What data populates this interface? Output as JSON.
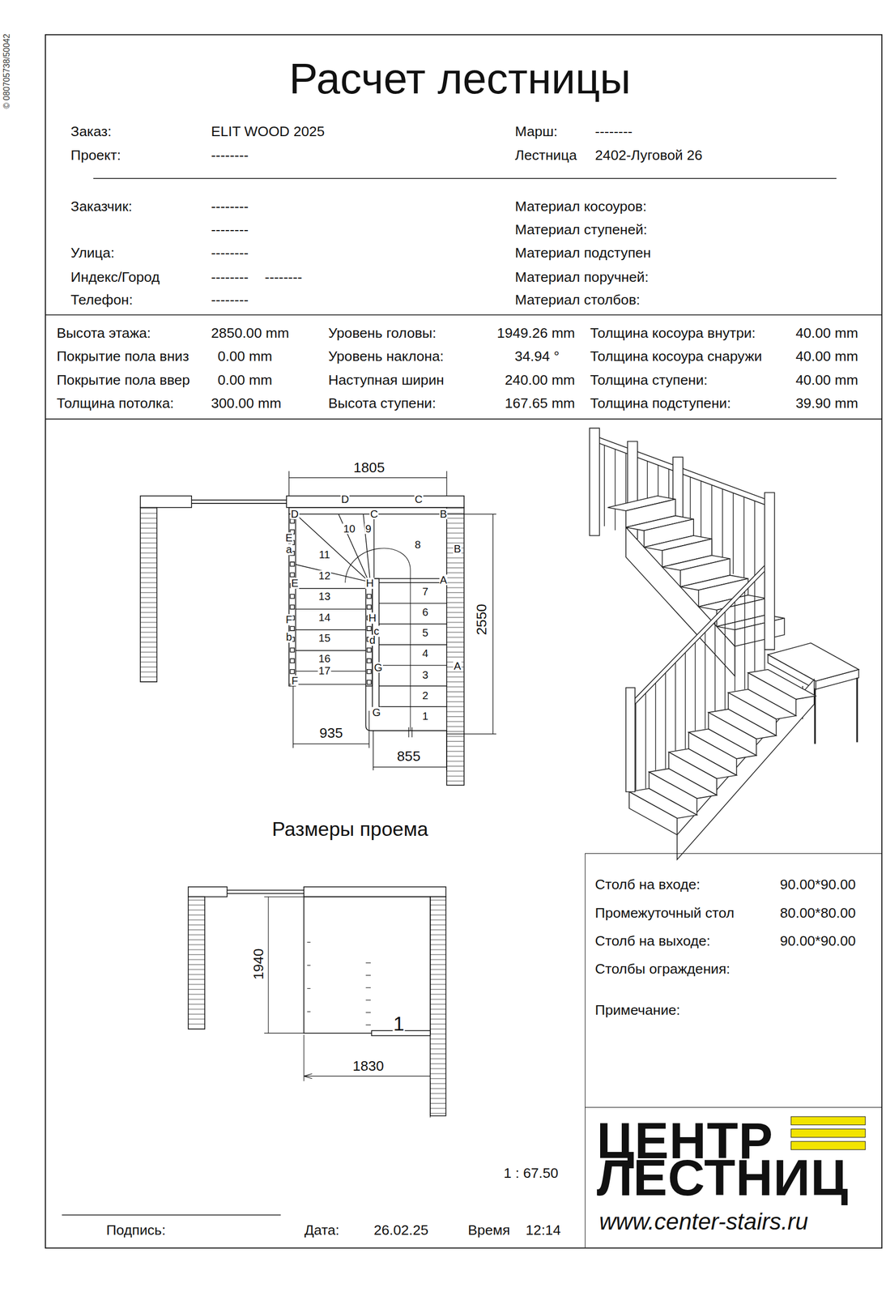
{
  "diagram": {
    "title": "Расчет лестницы",
    "nodes": [
      {
        "text": [
          "Столб на входе:",
          "90.00*90.00",
          "Промежуточный стол",
          "80.00*80.00",
          "Столб на выходе:",
          "90.00*90.00",
          "Столбы ограждения:",
          "Примечание:"
        ]
      },
      {
        "text": [
          "ЦЕНТР",
          "ЛЕСТНИЦ",
          "www.center-stairs.ru"
        ]
      }
    ],
    "labels": [
      "Заказ:",
      "ELIT WOOD 2025",
      "Марш:",
      "--------",
      "Проект:",
      "--------",
      "Лестница",
      "2402-Луговой 26",
      "Заказчик:",
      "--------",
      "Материал косоуров:",
      "--------",
      "Материал ступеней:",
      "Улица:",
      "--------",
      "Материал подступен",
      "Индекс/Город",
      "--------",
      "--------",
      "Материал поручней:",
      "Телефон:",
      "--------",
      "Материал столбов:",
      "Высота этажа:",
      "2850.00 mm",
      "Уровень головы:",
      "1949.26 mm",
      "Толщина косоура внутри:",
      "40.00 mm",
      "Покрытие пола вниз",
      "0.00 mm",
      "Уровень наклона:",
      "34.94 °",
      "Толщина косоура снаружи",
      "40.00 mm",
      "Покрытие пола ввер",
      "0.00 mm",
      "Наступная ширин",
      "240.00 mm",
      "Толщина ступени:",
      "40.00 mm",
      "Толщина потолка:",
      "300.00 mm",
      "Высота ступени:",
      "167.65 mm",
      "Толщина подступени:",
      "39.90 mm",
      "1805",
      "2550",
      "935",
      "855",
      "D",
      "C",
      "D",
      "C",
      "B",
      "10",
      "9",
      "8",
      "E",
      "a",
      "B",
      "11",
      "12",
      "H",
      "A",
      "E",
      "7",
      "13",
      "6",
      "F",
      "14",
      "H",
      "c",
      "5",
      "b",
      "15",
      "d",
      "4",
      "16",
      "G",
      "A",
      "3",
      "17",
      "F",
      "2",
      "G",
      "1",
      "Размеры проема",
      "1940",
      "1830",
      "1",
      "1 : 67.50",
      "Подпись:",
      "Дата:",
      "26.02.25",
      "Время",
      "12:14",
      "© 080705738/50042"
    ]
  }
}
